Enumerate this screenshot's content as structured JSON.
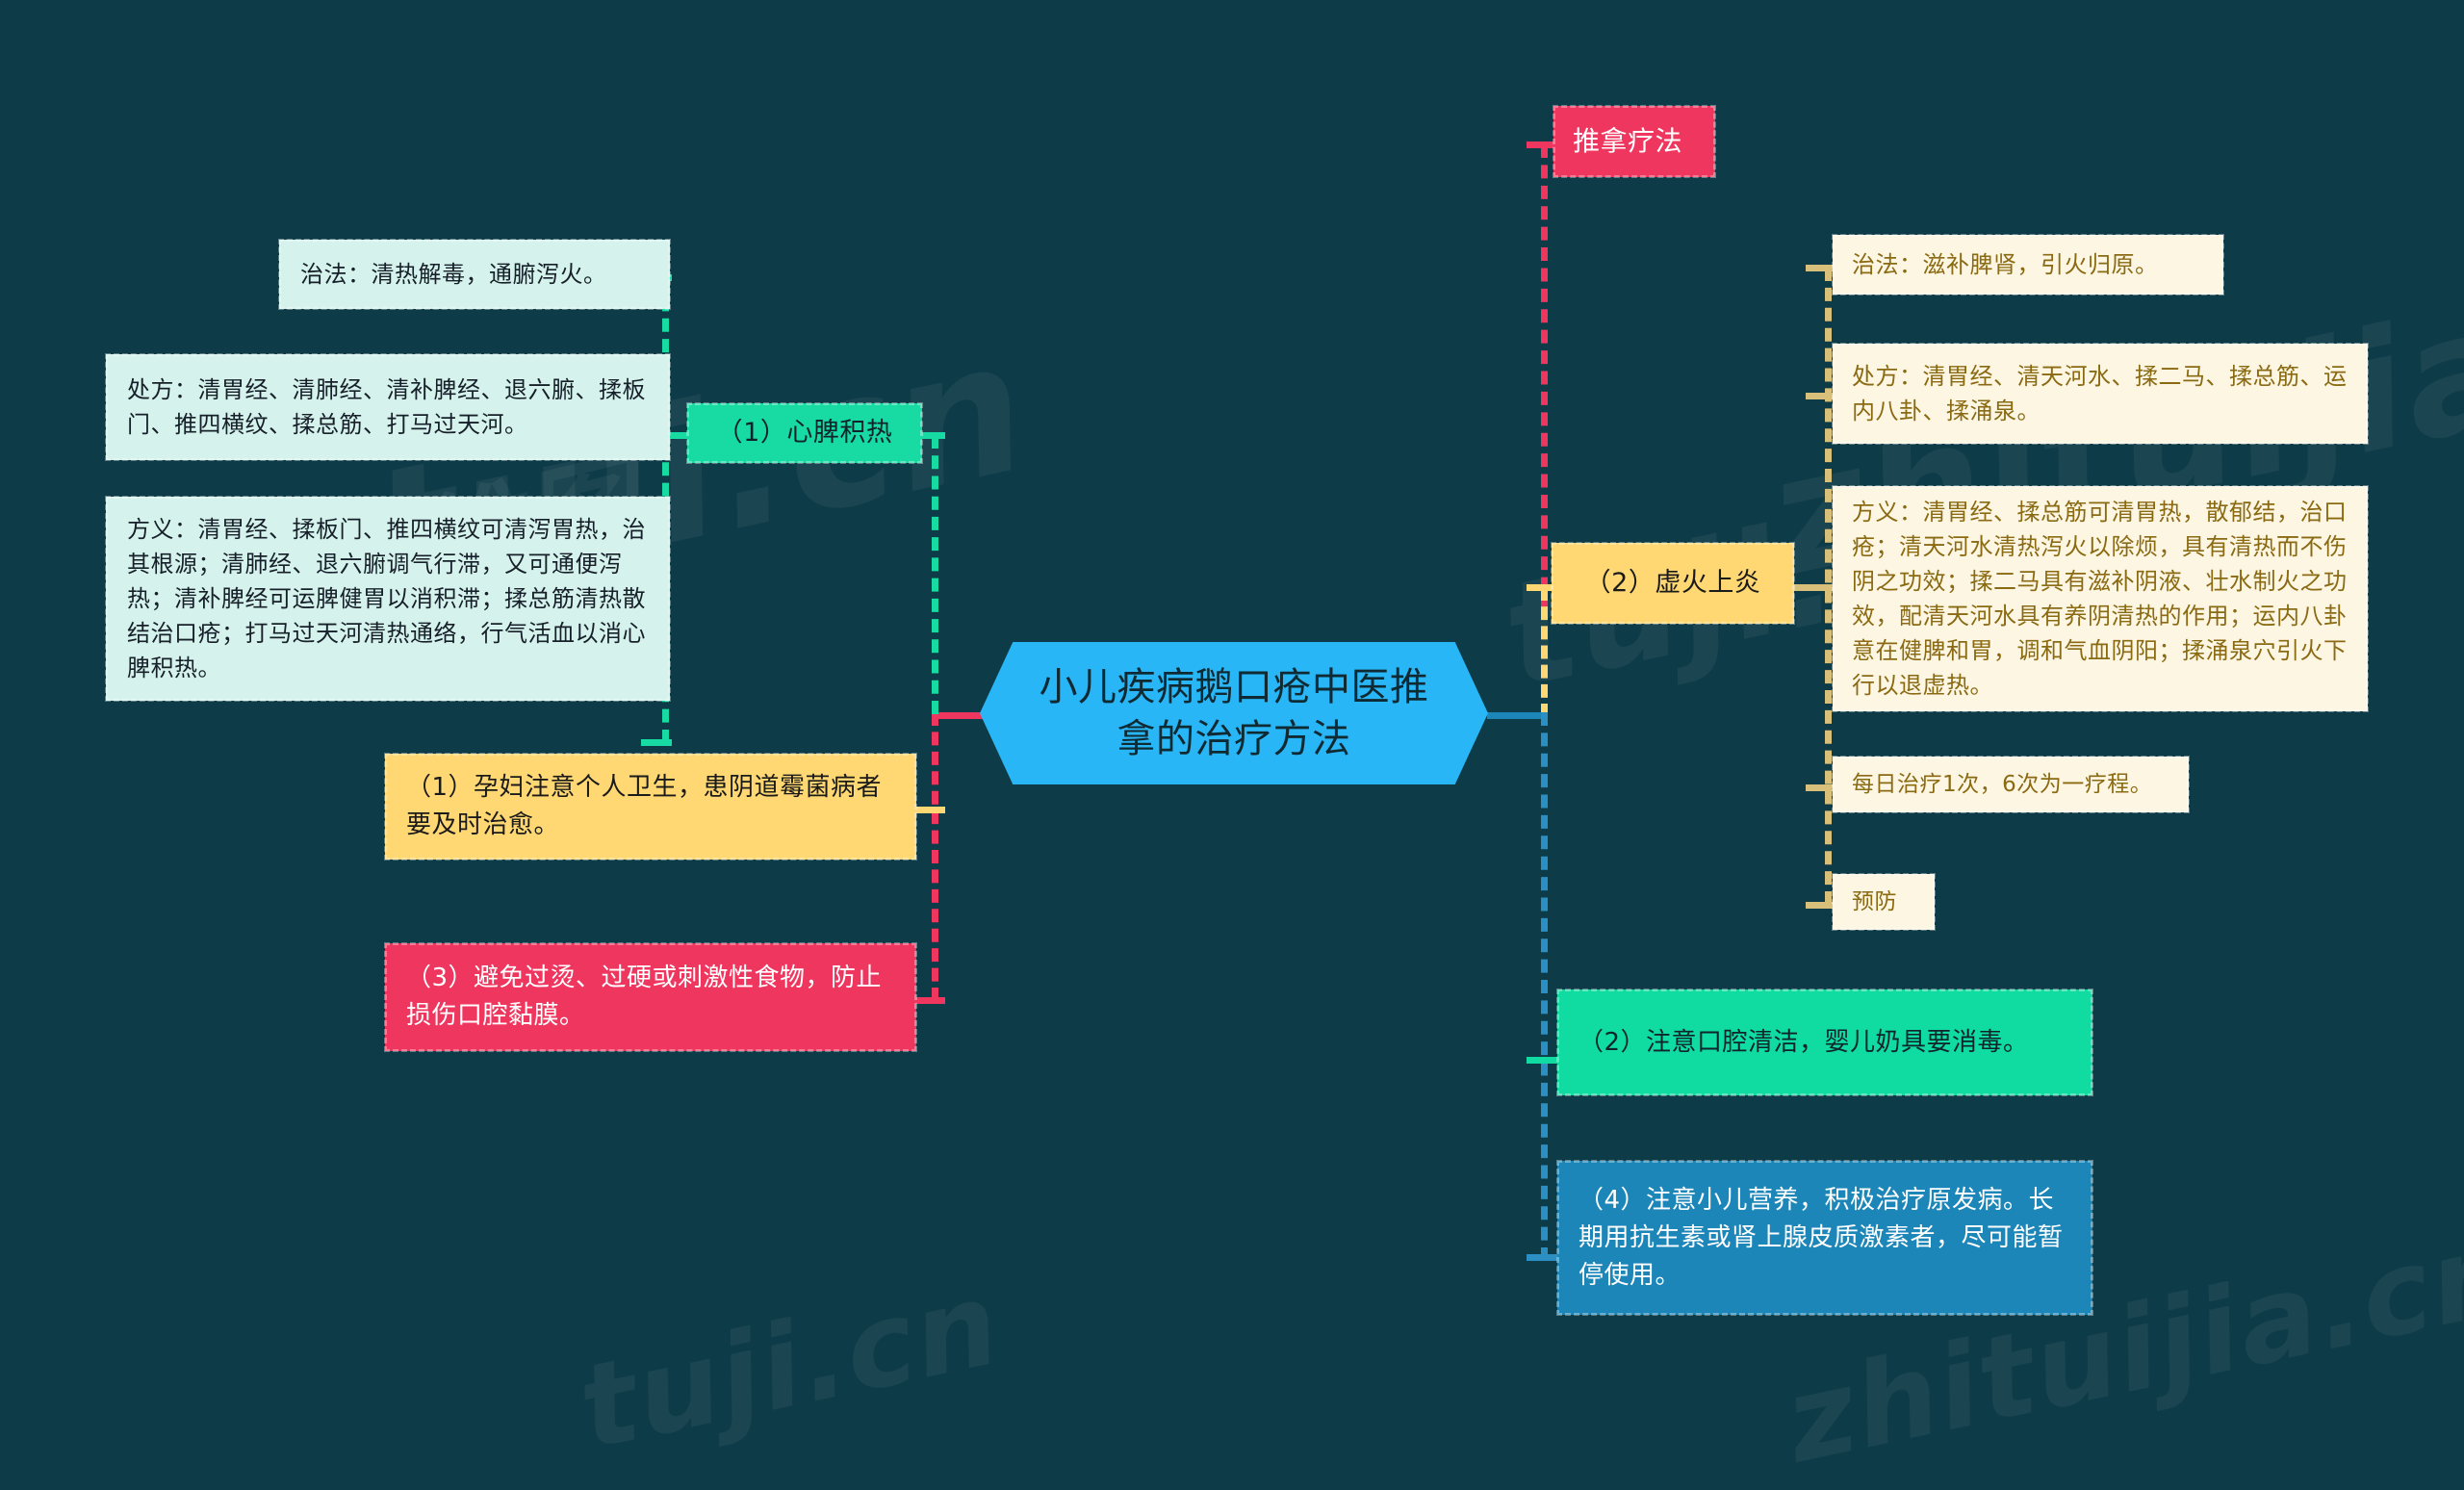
{
  "theme": {
    "background": "#0d3b47",
    "center_color": "#29b6f6",
    "mint_color": "#d5f3ec",
    "cream_color": "#fdf6e3",
    "green_color": "#18dba3",
    "yellow_color": "#ffd873",
    "pink_color": "#ef365f",
    "blue_color": "#1d86b8"
  },
  "center": {
    "title": "小儿疾病鹅口疮中医推拿的治疗方法"
  },
  "watermarks": [
    "tuji.cn",
    "zhituijia.cn",
    "思维图",
    "tuji.cn"
  ],
  "branches": {
    "left_topic": {
      "label": "（1）心脾积热",
      "details": [
        {
          "label": "治法：清热解毒，通腑泻火。"
        },
        {
          "label": "处方：清胃经、清肺经、清补脾经、退六腑、揉板门、推四横纹、揉总筋、打马过天河。"
        },
        {
          "label": "方义：清胃经、揉板门、推四横纹可清泻胃热，治其根源；清肺经、退六腑调气行滞，又可通便泻热；清补脾经可运脾健胃以消积滞；揉总筋清热散结治口疮；打马过天河清热通络，行气活血以消心脾积热。"
        }
      ]
    },
    "left_prevention": [
      {
        "label": "（1）孕妇注意个人卫生，患阴道霉菌病者要及时治愈。"
      },
      {
        "label": "（3）避免过烫、过硬或刺激性食物，防止损伤口腔黏膜。"
      }
    ],
    "right_method": {
      "label": "推拿疗法"
    },
    "right_topic": {
      "label": "（2）虚火上炎",
      "details": [
        {
          "label": "治法：滋补脾肾，引火归原。"
        },
        {
          "label": "处方：清胃经、清天河水、揉二马、揉总筋、运内八卦、揉涌泉。"
        },
        {
          "label": "方义：清胃经、揉总筋可清胃热，散郁结，治口疮；清天河水清热泻火以除烦，具有清热而不伤阴之功效；揉二马具有滋补阴液、壮水制火之功效，配清天河水具有养阴清热的作用；运内八卦意在健脾和胃，调和气血阴阳；揉涌泉穴引火下行以退虚热。"
        },
        {
          "label": "每日治疗1次，6次为一疗程。"
        },
        {
          "label": "预防"
        }
      ]
    },
    "right_prevention": [
      {
        "label": "（2）注意口腔清洁，婴儿奶具要消毒。"
      },
      {
        "label": "（4）注意小儿营养，积极治疗原发病。长期用抗生素或肾上腺皮质激素者，尽可能暂停使用。"
      }
    ]
  }
}
